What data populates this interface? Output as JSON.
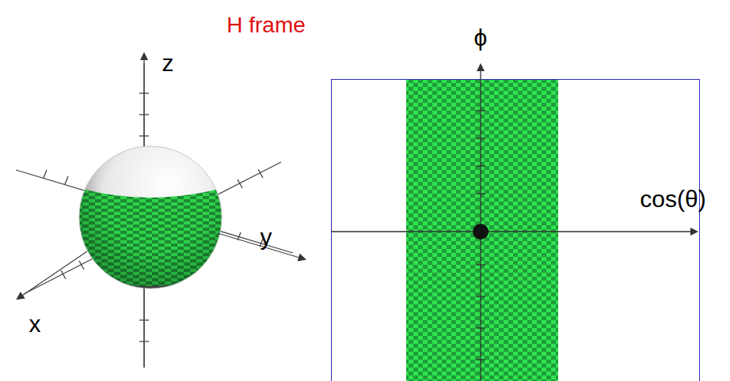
{
  "diagram": {
    "title": "H frame",
    "labels": [
      "z",
      "x",
      "y",
      "ϕ",
      "cos(θ)"
    ]
  }
}
